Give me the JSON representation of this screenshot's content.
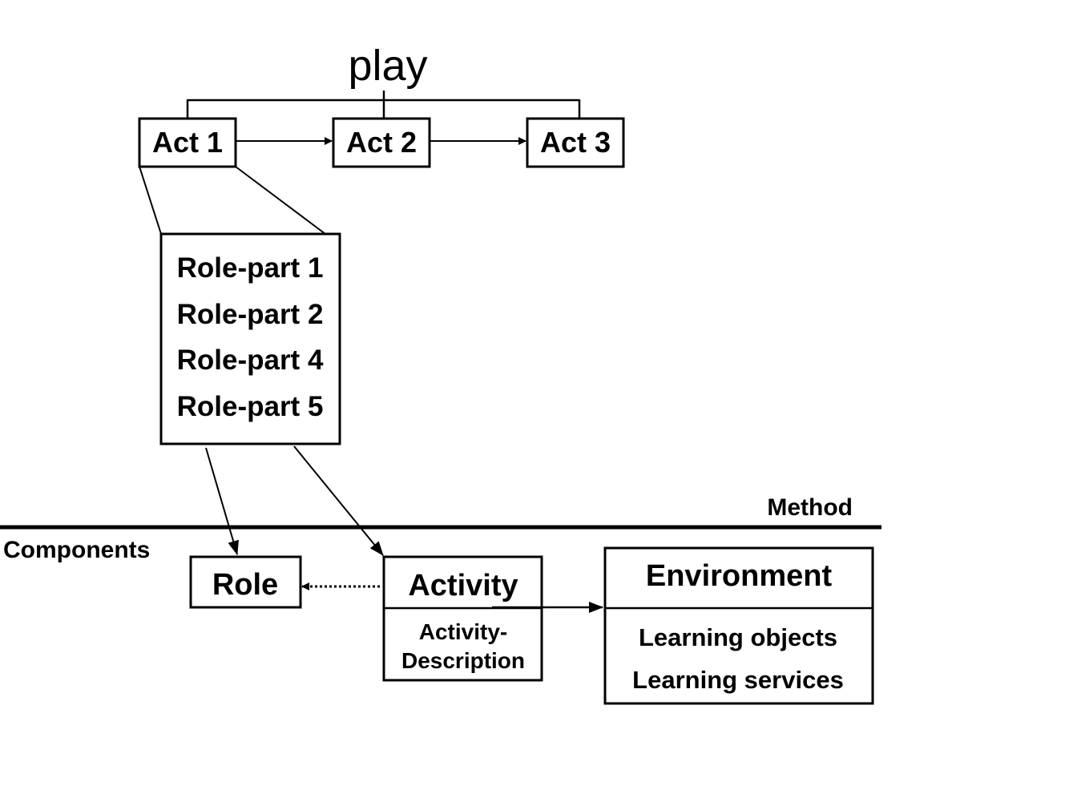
{
  "title": "play",
  "acts": [
    "Act 1",
    "Act 2",
    "Act 3"
  ],
  "role_parts": [
    "Role-part 1",
    "Role-part 2",
    "Role-part 4",
    "Role-part 5"
  ],
  "section_labels": {
    "method": "Method",
    "components": "Components"
  },
  "components": {
    "role": "Role",
    "activity": "Activity",
    "activity_description_line1": "Activity-",
    "activity_description_line2": "Description",
    "environment": "Environment",
    "environment_items": [
      "Learning objects",
      "Learning services"
    ]
  }
}
